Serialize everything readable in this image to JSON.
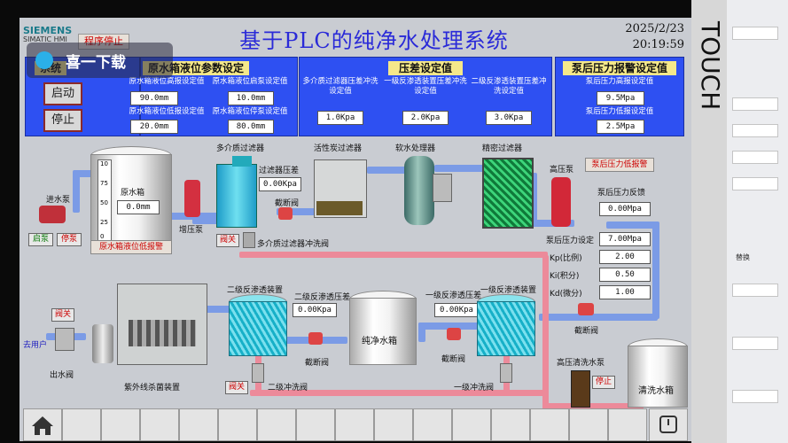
{
  "header": {
    "brand": "SIEMENS",
    "hmi": "SIMATIC HMI",
    "program_stop": "程序停止",
    "title": "基于PLC的纯净水处理系统",
    "date": "2025/2/23",
    "time": "20:19:59",
    "bezel_label": "TOUCH"
  },
  "watermark": {
    "text": "喜一下载"
  },
  "system_panel": {
    "title": "系统",
    "start": "启动",
    "stop": "停止"
  },
  "raw_tank_params": {
    "title": "原水箱液位参数设定",
    "high_alarm_label": "原水箱液位高报设定值",
    "high_alarm_value": "90.0mm",
    "pump_start_label": "原水箱液位启泵设定值",
    "pump_start_value": "10.0mm",
    "low_alarm_label": "原水箱液位低报设定值",
    "low_alarm_value": "20.0mm",
    "pump_stop_label": "原水箱液位停泵设定值",
    "pump_stop_value": "80.0mm"
  },
  "pressure_diff": {
    "title": "压差设定值",
    "multi_label": "多介质过滤器压差冲洗设定值",
    "multi_value": "1.0Kpa",
    "ro1_label": "一级反渗透装置压差冲洗设定值",
    "ro1_value": "2.0Kpa",
    "ro2_label": "二级反渗透装置压差冲洗设定值",
    "ro2_value": "3.0Kpa"
  },
  "pump_alarm": {
    "title": "泵后压力报警设定值",
    "high_label": "泵后压力高报设定值",
    "high_value": "9.5Mpa",
    "low_label": "泵后压力低报设定值",
    "low_value": "2.5Mpa"
  },
  "process": {
    "inlet_pump": "进水泵",
    "start_pump": "启泵",
    "stop_pump": "停泵",
    "raw_tank": "原水箱",
    "raw_tank_level": "0.0mm",
    "scale": [
      "10",
      "75",
      "50",
      "25",
      "0"
    ],
    "raw_tank_low_alarm": "原水箱液位低报警",
    "booster_pump": "增压泵",
    "multi_filter": "多介质过滤器",
    "filter_dp_label": "过滤器压差",
    "filter_dp_value": "0.00Kpa",
    "shutoff_valve": "截断阀",
    "valve_closed": "阀关",
    "multi_flush_valve": "多介质过滤器冲洗阀",
    "carbon_filter": "活性炭过滤器",
    "softener": "软水处理器",
    "precision_filter": "精密过滤器",
    "high_pump": "高压泵",
    "pump_low_alarm": "泵后压力低报警",
    "pump_feedback_label": "泵后压力反馈",
    "pump_feedback_value": "0.00Mpa",
    "pump_set_label": "泵后压力设定",
    "pump_set_value": "7.00Mpa",
    "kp_label": "Kp(比例)",
    "kp_value": "2.00",
    "ki_label": "Ki(积分)",
    "ki_value": "0.50",
    "kd_label": "Kd(微分)",
    "kd_value": "1.00",
    "ro2_unit": "二级反渗透装置",
    "ro2_dp_label": "二级反渗透压差",
    "ro2_dp_value": "0.00Kpa",
    "ro2_flush": "二级冲洗阀",
    "pure_tank": "纯净水箱",
    "ro1_unit": "一级反渗透装置",
    "ro1_dp_label": "一级反渗透压差",
    "ro1_dp_value": "0.00Kpa",
    "ro1_flush": "一级冲洗阀",
    "to_user": "去用户",
    "outlet_valve": "出水阀",
    "uv_unit": "紫外线杀菌装置",
    "hp_flush_pump": "高压清洗水泵",
    "stop": "停止",
    "wash_tank": "清洗水箱"
  },
  "right_window": {
    "text": "替换"
  },
  "colors": {
    "panel": "#2e50f2",
    "panel_title": "#f5e88a",
    "alarm": "#c00000",
    "pipe_water": "#7b9be6",
    "pipe_wash": "#ec8a9a"
  }
}
